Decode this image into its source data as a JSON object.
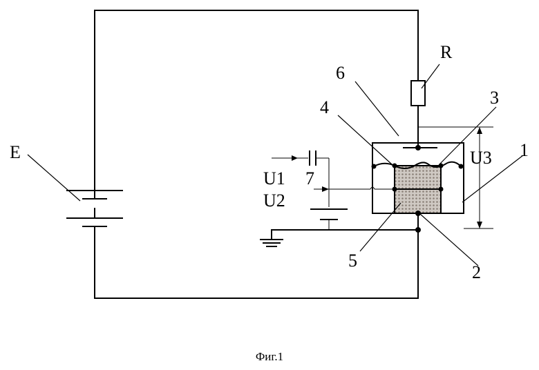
{
  "caption": "Фиг.1",
  "labels": {
    "battery": "E",
    "resistor": "R",
    "voltage_u1": "U1",
    "voltage_u2": "U2",
    "voltage_u3": "U3",
    "part_1": "1",
    "part_2": "2",
    "part_3": "3",
    "part_4": "4",
    "part_5": "5",
    "part_6": "6",
    "part_7": "7"
  }
}
